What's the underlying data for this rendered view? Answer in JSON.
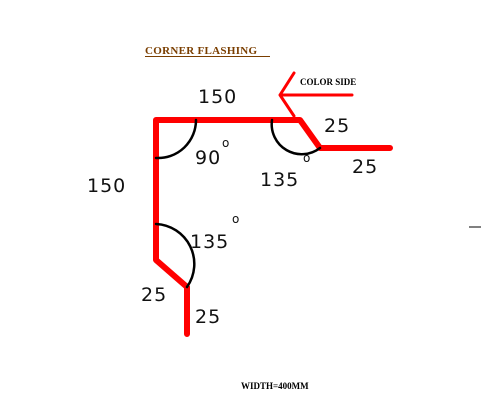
{
  "title": "CORNER FLASHING",
  "color_side_label": "COLOR SIDE",
  "width_label": "WIDTH=400MM",
  "dimensions": {
    "top_width": "150",
    "top_right_lip": "25",
    "top_right_return": "25",
    "left_height": "150",
    "bottom_lip": "25",
    "bottom_return": "25"
  },
  "angles": {
    "corner_top_left": "90",
    "corner_top_right": "135",
    "corner_bottom_left": "135",
    "degree_symbol": "o"
  },
  "colors": {
    "flashing": "#ff0000",
    "arcs": "#000000",
    "title": "#7a3e00"
  }
}
